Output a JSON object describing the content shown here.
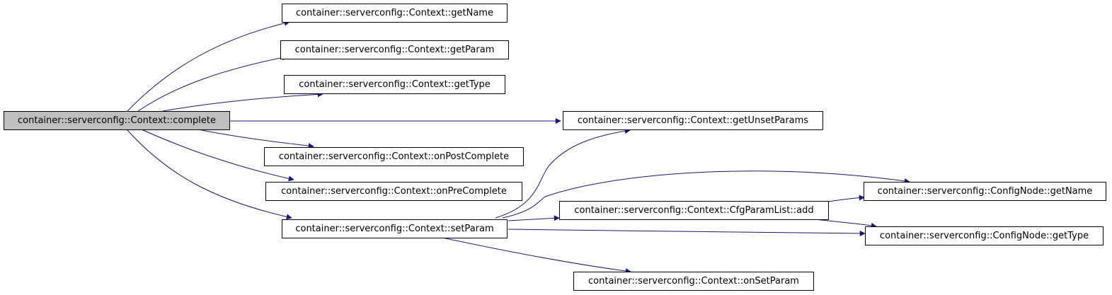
{
  "colors": {
    "edge": "#191970",
    "root_fill": "#bfbfbf",
    "node_fill": "#ffffff",
    "border": "#000000"
  },
  "nodes": {
    "complete": "container::serverconfig::Context::complete",
    "getName": "container::serverconfig::Context::getName",
    "getParam": "container::serverconfig::Context::getParam",
    "getType": "container::serverconfig::Context::getType",
    "getUnsetParams": "container::serverconfig::Context::getUnsetParams",
    "onPostComplete": "container::serverconfig::Context::onPostComplete",
    "onPreComplete": "container::serverconfig::Context::onPreComplete",
    "setParam": "container::serverconfig::Context::setParam",
    "cfgAdd": "container::serverconfig::Context::CfgParamList::add",
    "cfgNodeGetName": "container::serverconfig::ConfigNode::getName",
    "cfgNodeGetType": "container::serverconfig::ConfigNode::getType",
    "onSetParam": "container::serverconfig::Context::onSetParam"
  }
}
